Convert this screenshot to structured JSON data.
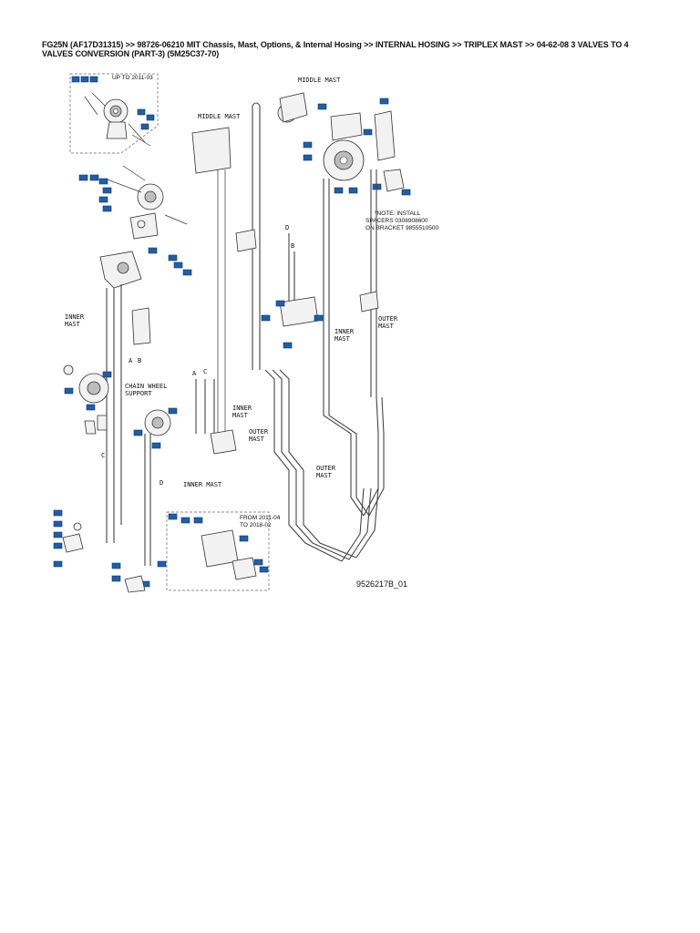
{
  "document": {
    "title": "FG25N (AF17D31315) >> 98726-06210 MIT Chassis, Mast, Options, & Internal Hosing >> INTERNAL HOSING >> TRIPLEX MAST >> 04-62-08 3 VALVES TO 4 VALVES CONVERSION (PART-3) (5M25C37-70)"
  },
  "diagram": {
    "figure_number": "9526217B_01",
    "labels": {
      "up_to": "UP TO 2011-03",
      "middle_mast_top": "MIDDLE MAST",
      "middle_mast_left": "MIDDLE MAST",
      "inner_mast_left_1": "INNER",
      "inner_mast_left_2": "MAST",
      "chain_wheel_1": "CHAIN WHEEL",
      "chain_wheel_2": "SUPPORT",
      "inner_mast_center_1": "INNER",
      "inner_mast_center_2": "MAST",
      "outer_mast_center_1": "OUTER",
      "outer_mast_center_2": "MAST",
      "inner_mast_right_1": "INNER",
      "inner_mast_right_2": "MAST",
      "outer_mast_right_1": "OUTER",
      "outer_mast_right_2": "MAST",
      "outer_mast_low_1": "OUTER",
      "outer_mast_low_2": "MAST",
      "inner_mast_bottom": "INNER MAST",
      "from_1": "FROM 2011-04",
      "from_2": "TO 2018-02",
      "note_1": "*NOTE: INSTALL",
      "note_2": "SPACERS 0308908600",
      "note_3": "ON BRACKET 9855510500",
      "letters": {
        "a1": "A",
        "b1": "B",
        "c1": "C",
        "d1": "D",
        "a2": "A",
        "c2": "C",
        "d2": "D",
        "b2": "B"
      }
    }
  }
}
